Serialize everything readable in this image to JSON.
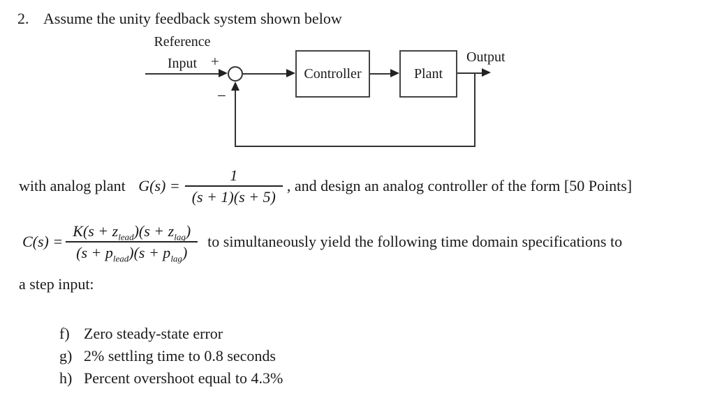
{
  "colors": {
    "background": "#ffffff",
    "text": "#1a1a1a",
    "diagram_line": "#333333"
  },
  "problem": {
    "number": "2.",
    "statement": "Assume the unity feedback system shown below"
  },
  "diagram": {
    "reference_line1": "Reference",
    "reference_line2": "Input",
    "plus_sign": "+",
    "minus_sign": "−",
    "controller_label": "Controller",
    "plant_label": "Plant",
    "output_label": "Output"
  },
  "plant_line": {
    "prefix": "with analog plant ",
    "lhs": "G(s) =",
    "numerator": "1",
    "denominator": "(s + 1)(s + 5)",
    "suffix": ", and design an analog controller of the form [50 Points]"
  },
  "controller_line": {
    "lhs": "C(s) =",
    "numerator": {
      "a": "K(s + z",
      "sub1": "lead",
      "b": ")(s + z",
      "sub2": "lag",
      "c": ")"
    },
    "denominator": {
      "a": "(s + p",
      "sub1": "lead",
      "b": ")(s + p",
      "sub2": "lag",
      "c": ")"
    },
    "suffix": "to simultaneously yield the following time domain specifications to"
  },
  "step_input_line": "a step input:",
  "specs": [
    {
      "letter": "f)",
      "text": "Zero steady-state error"
    },
    {
      "letter": "g)",
      "text": "2% settling time to 0.8 seconds"
    },
    {
      "letter": "h)",
      "text": "Percent overshoot equal to 4.3%"
    }
  ]
}
